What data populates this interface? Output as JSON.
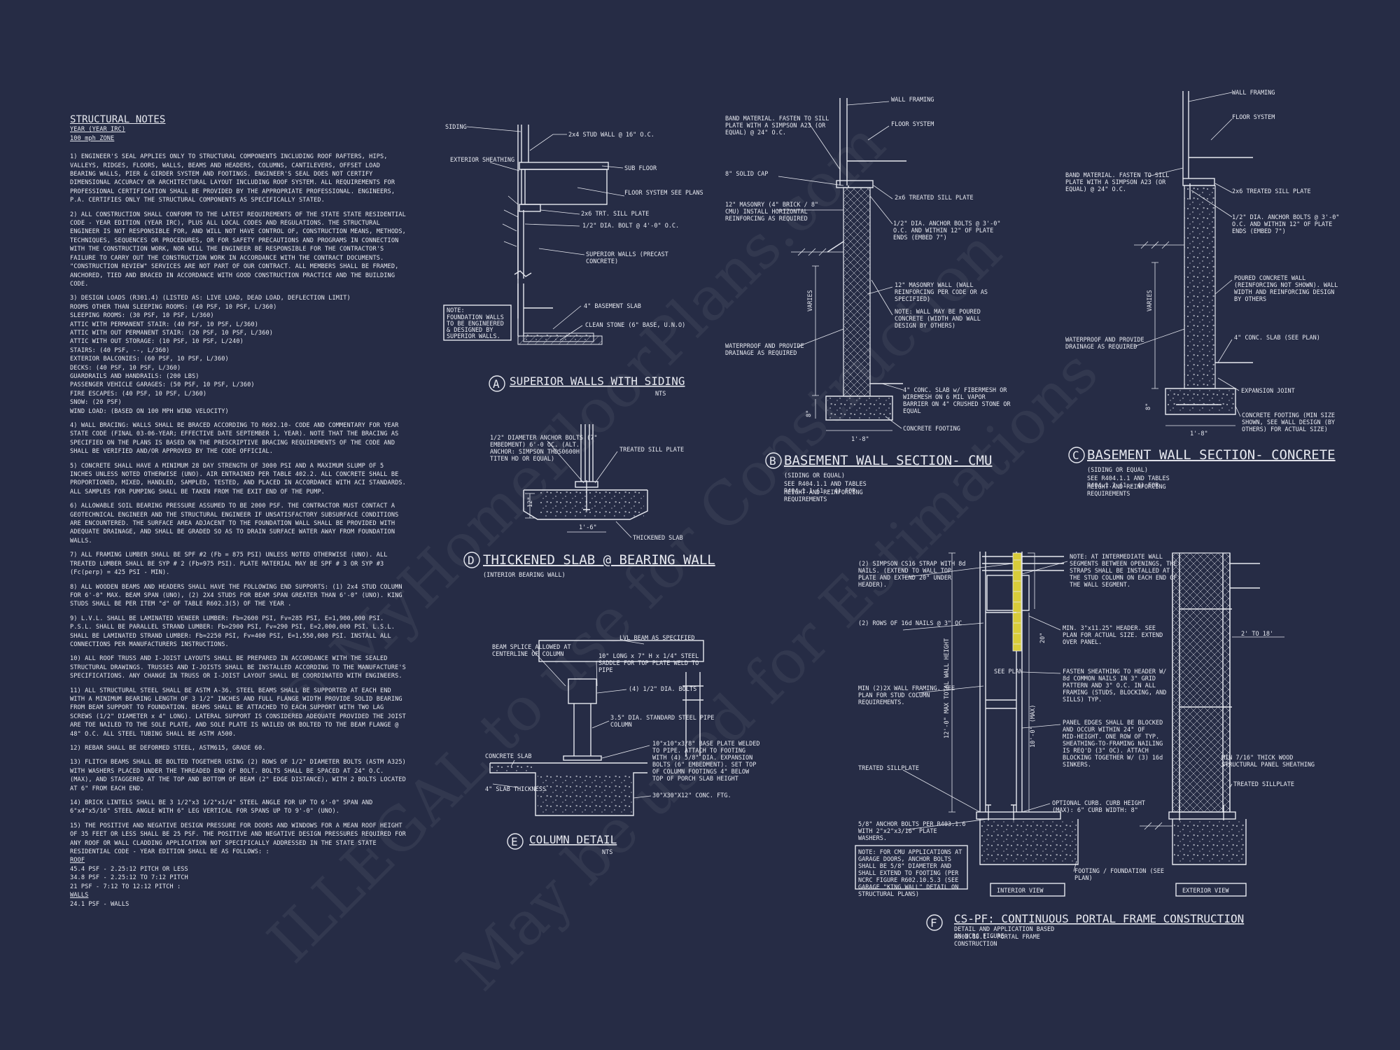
{
  "notes": {
    "title": "STRUCTURAL NOTES",
    "sub1": "YEAR (YEAR IRC)",
    "sub2": "100 mph ZONE",
    "paragraphs": [
      "1) ENGINEER'S SEAL APPLIES ONLY TO STRUCTURAL COMPONENTS INCLUDING ROOF RAFTERS, HIPS, VALLEYS, RIDGES, FLOORS, WALLS, BEAMS AND HEADERS, COLUMNS, CANTILEVERS, OFFSET LOAD BEARING WALLS, PIER & GIRDER SYSTEM AND FOOTINGS. ENGINEER'S SEAL DOES NOT CERTIFY DIMENSIONAL ACCURACY OR ARCHITECTURAL LAYOUT INCLUDING ROOF SYSTEM. ALL REQUIREMENTS FOR PROFESSIONAL CERTIFICATION SHALL BE PROVIDED BY THE APPROPRIATE PROFESSIONAL. ENGINEERS, P.A. CERTIFIES ONLY THE STRUCTURAL COMPONENTS AS SPECIFICALLY STATED.",
      "2) ALL CONSTRUCTION SHALL CONFORM TO THE LATEST REQUIREMENTS OF THE STATE STATE RESIDENTIAL CODE - YEAR EDITION (YEAR IRC), PLUS ALL LOCAL CODES AND REGULATIONS. THE STRUCTURAL ENGINEER IS NOT RESPONSIBLE FOR, AND WILL NOT HAVE CONTROL OF, CONSTRUCTION MEANS, METHODS, TECHNIQUES, SEQUENCES OR PROCEDURES, OR FOR SAFETY PRECAUTIONS AND PROGRAMS IN CONNECTION WITH THE CONSTRUCTION WORK, NOR WILL THE ENGINEER BE RESPONSIBLE FOR THE CONTRACTOR'S FAILURE TO CARRY OUT THE CONSTRUCTION WORK IN ACCORDANCE WITH THE CONTRACT DOCUMENTS. \"CONSTRUCTION REVIEW\" SERVICES ARE NOT PART OF OUR CONTRACT. ALL MEMBERS SHALL BE FRAMED, ANCHORED, TIED AND BRACED IN ACCORDANCE WITH GOOD CONSTRUCTION PRACTICE AND THE BUILDING CODE."
    ],
    "loads_intro": "3) DESIGN LOADS (R301.4) (LISTED AS: LIVE LOAD, DEAD LOAD, DEFLECTION LIMIT)",
    "loads": [
      "ROOMS OTHER THAN SLEEPING ROOMS: (40 PSF, 10 PSF, L/360)",
      "SLEEPING ROOMS: (30 PSF, 10 PSF, L/360)",
      "ATTIC WITH PERMANENT STAIR: (40 PSF, 10 PSF, L/360)",
      "ATTIC WITH OUT PERMANENT STAIR: (20 PSF, 10 PSF, L/360)",
      "ATTIC WITH OUT STORAGE: (10 PSF, 10 PSF, L/240)",
      "STAIRS: (40 PSF, --, L/360)",
      "EXTERIOR BALCONIES: (60 PSF, 10 PSF, L/360)",
      "DECKS: (40 PSF, 10 PSF, L/360)",
      "GUARDRAILS AND HANDRAILS: (200 LBS)",
      "PASSENGER VEHICLE GARAGES: (50 PSF, 10 PSF, L/360)",
      "FIRE ESCAPES: (40 PSF, 10 PSF, L/360)",
      "SNOW: (20 PSF)",
      "WIND LOAD: (BASED ON 100 MPH WIND VELOCITY)"
    ],
    "paragraphs2": [
      "4) WALL BRACING: WALLS SHALL BE BRACED ACCORDING TO R602.10- CODE AND COMMENTARY FOR YEAR STATE CODE (FINAL 03-06-YEAR; EFFECTIVE DATE SEPTEMBER 1, YEAR). NOTE THAT THE BRACING AS SPECIFIED ON THE PLANS IS BASED ON THE PRESCRIPTIVE BRACING REQUIREMENTS OF THE CODE AND SHALL BE VERIFIED AND/OR APPROVED BY THE CODE OFFICIAL.",
      "5) CONCRETE SHALL HAVE A MINIMUM 28 DAY STRENGTH OF 3000 PSI AND A MAXIMUM SLUMP OF 5 INCHES UNLESS NOTED OTHERWISE (UNO). AIR ENTRAINED PER TABLE 402.2. ALL CONCRETE SHALL BE PROPORTIONED, MIXED, HANDLED, SAMPLED, TESTED, AND PLACED IN ACCORDANCE WITH ACI STANDARDS. ALL SAMPLES FOR PUMPING SHALL BE TAKEN FROM THE EXIT END OF THE PUMP.",
      "6) ALLOWABLE SOIL BEARING PRESSURE ASSUMED TO BE 2000 PSF. THE CONTRACTOR MUST CONTACT A GEOTECHNICAL ENGINEER AND THE STRUCTURAL ENGINEER IF UNSATISFACTORY SUBSURFACE CONDITIONS ARE ENCOUNTERED. THE SURFACE AREA ADJACENT TO THE FOUNDATION WALL SHALL BE PROVIDED WITH ADEQUATE DRAINAGE, AND SHALL BE GRADED SO AS TO DRAIN SURFACE WATER AWAY FROM FOUNDATION WALLS.",
      "7) ALL FRAMING LUMBER SHALL BE SPF #2 (Fb = 875 PSI) UNLESS NOTED OTHERWISE (UNO). ALL TREATED LUMBER SHALL BE SYP # 2 (Fb=975 PSI). PLATE MATERIAL MAY BE SPF # 3 OR SYP #3 (Fc(perp) = 425 PSI - MIN).",
      "8) ALL WOODEN BEAMS AND HEADERS SHALL HAVE THE FOLLOWING END SUPPORTS: (1) 2x4 STUD COLUMN FOR 6'-0\" MAX. BEAM SPAN (UNO), (2) 2X4 STUDS FOR BEAM SPAN GREATER THAN 6'-0\" (UNO). KING STUDS SHALL BE PER ITEM \"d\" OF TABLE R602.3(5) OF THE YEAR .",
      "9) L.V.L. SHALL BE LAMINATED VENEER LUMBER: Fb=2600 PSI, Fv=285 PSI, E=1,900,000 PSI. P.S.L. SHALL BE PARALLEL STRAND LUMBER: Fb=2900 PSI, Fv=290 PSI, E=2,000,000 PSI. L.S.L. SHALL BE LAMINATED STRAND LUMBER: Fb=2250 PSI, Fv=400 PSI, E=1,550,000 PSI. INSTALL ALL CONNECTIONS PER MANUFACTURERS INSTRUCTIONS.",
      "10) ALL ROOF TRUSS AND I-JOIST LAYOUTS SHALL BE PREPARED IN ACCORDANCE WITH THE SEALED STRUCTURAL DRAWINGS. TRUSSES AND I-JOISTS SHALL BE INSTALLED ACCORDING TO THE MANUFACTURE'S SPECIFICATIONS. ANY CHANGE IN TRUSS OR I-JOIST LAYOUT SHALL BE COORDINATED WITH ENGINEERS.",
      "11) ALL STRUCTURAL STEEL SHALL BE ASTM A-36. STEEL BEAMS SHALL BE SUPPORTED AT EACH END WITH A MINIMUM BEARING LENGTH OF 3 1/2\" INCHES AND FULL FLANGE WIDTH PROVIDE SOLID BEARING FROM BEAM SUPPORT TO FOUNDATION. BEAMS SHALL BE ATTACHED TO EACH SUPPORT WITH TWO LAG SCREWS (1/2\" DIAMETER x 4\" LONG). LATERAL SUPPORT IS CONSIDERED ADEQUATE PROVIDED THE JOIST ARE TOE NAILED TO THE SOLE PLATE, AND SOLE PLATE IS NAILED OR BOLTED TO THE BEAM FLANGE @ 48\" O.C. ALL STEEL TUBING SHALL BE ASTM A500.",
      "12) REBAR SHALL BE DEFORMED STEEL, ASTM615, GRADE 60.",
      "13) FLITCH BEAMS SHALL BE BOLTED TOGETHER USING (2) ROWS OF 1/2\" DIAMETER BOLTS (ASTM A325) WITH WASHERS PLACED UNDER THE THREADED END OF BOLT. BOLTS SHALL BE SPACED AT 24\" O.C. (MAX), AND STAGGERED AT THE TOP AND BOTTOM OF BEAM (2\" EDGE DISTANCE), WITH 2 BOLTS LOCATED AT 6\" FROM EACH END.",
      "14) BRICK LINTELS SHALL BE 3 1/2\"x3 1/2\"x1/4\" STEEL ANGLE FOR UP TO 6'-0\" SPAN AND 6\"x4\"x5/16\" STEEL ANGLE WITH 6\" LEG VERTICAL FOR SPANS UP TO 9'-0\" (UNO).",
      "15) THE POSITIVE AND NEGATIVE DESIGN PRESSURE FOR DOORS AND WINDOWS FOR A MEAN ROOF HEIGHT OF 35 FEET OR LESS SHALL BE 25 PSF. THE POSITIVE AND NEGATIVE DESIGN PRESSURES REQUIRED FOR ANY ROOF OR WALL CLADDING APPLICATION NOT SPECIFICALLY ADDRESSED IN THE STATE STATE RESIDENTIAL CODE - YEAR EDITION SHALL BE AS FOLLOWS: :"
    ],
    "roof_label": "ROOF",
    "roof": [
      "45.4 PSF - 2.25:12 PITCH OR LESS",
      "34.8 PSF - 2.25:12 TO 7:12 PITCH",
      "21 PSF - 7:12 TO 12:12 PITCH :"
    ],
    "walls_label": "WALLS",
    "walls": [
      "24.1 PSF - WALLS"
    ]
  },
  "detailA": {
    "letter": "A",
    "title": "SUPERIOR WALLS WITH SIDING",
    "scale": "NTS",
    "labels": [
      "SIDING",
      "EXTERIOR SHEATHING",
      "2x4 STUD WALL @ 16\" O.C.",
      "SUB FLOOR",
      "FLOOR SYSTEM SEE PLANS",
      "2x6 TRT. SILL PLATE",
      "1/2\" DIA. BOLT @ 4'-0\" O.C.",
      "SUPERIOR WALLS (PRECAST CONCRETE)",
      "4\" BASEMENT SLAB",
      "CLEAN STONE (6\" BASE, U.N.O)"
    ],
    "note": [
      "NOTE:",
      "FOUNDATION WALLS",
      "TO BE ENGINEERED",
      "& DESIGNED BY",
      "SUPERIOR WALLS."
    ]
  },
  "detailB": {
    "letter": "B",
    "title": "BASEMENT WALL SECTION- CMU",
    "sub": [
      "(SIDING OR EQUAL)",
      "SEE R404.1.1 AND TABLES R404.1.1 (1 - 4) FOR",
      "HEIGHT AND REINFORCING REQUIREMENTS"
    ],
    "labels": [
      "BAND MATERIAL. FASTEN TO SILL PLATE WITH A SIMPSON A23 (OR EQUAL) @ 24\" O.C.",
      "WALL FRAMING",
      "FLOOR SYSTEM",
      "8\" SOLID CAP",
      "2x6 TREATED SILL PLATE",
      "12\" MASONRY (4\" BRICK / 8\" CMU) INSTALL HORIZONTAL REINFORCING AS REQUIRED",
      "1/2\" DIA. ANCHOR BOLTS @ 3'-0\" O.C. AND WITHIN 12\" OF PLATE ENDS (EMBED 7\")",
      "NOTE: WALL MAY BE POURED CONCRETE (WIDTH AND WALL DESIGN BY OTHERS)",
      "12\" MASONRY WALL (WALL REINFORCING PER CODE OR AS SPECIFIED)",
      "WATERPROOF AND PROVIDE DRAINAGE AS REQUIRED",
      "4\" CONC. SLAB w/ FIBERMESH OR WIREMESH ON 6 MIL VAPOR BARRIER ON 4\" CRUSHED STONE OR EQUAL",
      "CONCRETE FOOTING",
      "VARIES",
      "8\"",
      "1'-8\""
    ]
  },
  "detailC": {
    "letter": "C",
    "title": "BASEMENT WALL SECTION- CONCRETE",
    "sub": [
      "(SIDING OR EQUAL)",
      "SEE R404.1.1 AND TABLES R404.1.2 (1 - 4) FOR",
      "HEIGHT AND REINFORCING REQUIREMENTS"
    ],
    "labels": [
      "WALL FRAMING",
      "FLOOR SYSTEM",
      "BAND MATERIAL. FASTEN TO SILL PLATE WITH A SIMPSON A23 (OR EQUAL) @ 24\" O.C.",
      "2x6 TREATED SILL PLATE",
      "1/2\" DIA. ANCHOR BOLTS @ 3'-0\" O.C. AND WITHIN 12\" OF PLATE ENDS (EMBED 7\")",
      "POURED CONCRETE WALL (REINFORCING NOT SHOWN). WALL WIDTH AND REINFORCING DESIGN BY OTHERS",
      "WATERPROOF AND PROVIDE DRAINAGE AS REQUIRED",
      "4\" CONC. SLAB (SEE PLAN)",
      "EXPANSION JOINT",
      "CONCRETE FOOTING (MIN SIZE SHOWN, SEE WALL DESIGN (BY OTHERS) FOR ACTUAL SIZE)",
      "VARIES",
      "8\"",
      "1'-8\""
    ]
  },
  "detailD": {
    "letter": "D",
    "title": "THICKENED SLAB @ BEARING WALL",
    "sub": "(INTERIOR BEARING WALL)",
    "labels": [
      "1/2\" DIAMETER ANCHOR BOLTS (7\" EMBEDMENT) 6'-0 OC. (ALT. ANCHOR: SIMPSON THDS0600H TITEN HD OR EQUAL)",
      "TREATED SILL PLATE",
      "THICKENED SLAB",
      "1'-6\"",
      "12\""
    ]
  },
  "detailE": {
    "letter": "E",
    "title": "COLUMN DETAIL",
    "scale": "NTS",
    "labels": [
      "BEAM SPLICE ALLOWED AT CENTERLINE OF COLUMN",
      "LVL BEAM AS SPECIFIED",
      "10\" LONG x 7\" H x 1/4\" STEEL SADDLE FOR TOP PLATE WELD TO PIPE",
      "(4) 1/2\" DIA. BOLTS",
      "3.5\" DIA. STANDARD STEEL PIPE COLUMN",
      "10\"x10\"x3/8\" BASE PLATE WELDED TO PIPE. ATTACH TO FOOTING WITH (4) 5/8\" DIA. EXPANSION BOLTS (6\" EMBEDMENT). SET TOP OF COLUMN FOOTINGS 4\" BELOW TOP OF PORCH SLAB HEIGHT",
      "CONCRETE SLAB",
      "4\" SLAB THICKNESS",
      "30\"X30\"X12\" CONC. FTG."
    ]
  },
  "detailF": {
    "letter": "F",
    "title": "CS-PF: CONTINUOUS PORTAL FRAME CONSTRUCTION",
    "sub": [
      "DETAIL AND APPLICATION BASED ON NCRC FIGURE",
      "R602.10.1 - PORTAL FRAME CONSTRUCTION"
    ],
    "interior": "INTERIOR VIEW",
    "exterior": "EXTERIOR VIEW",
    "labels": [
      "(2) SIMPSON CS16 STRAP WITH 8d NAILS. (EXTEND TO WALL TOP PLATE AND EXTEND 20\" UNDER HEADER).",
      "(2) ROWS OF 16d NAILS @ 3\" OC",
      "MIN (2)2X WALL FRAMING. SEE PLAN FOR STUD COLUMN REQUIREMENTS.",
      "TREATED SILLPLATE",
      "5/8\" ANCHOR BOLTS PER R403.1.6 WITH 2\"x2\"x3/16\" PLATE WASHERS.",
      "NOTE: AT INTERMEDIATE WALL SEGMENTS BETWEEN OPENINGS, THE STRAPS SHALL BE INSTALLED AT THE STUD COLUMN ON EACH END OF THE WALL SEGMENT.",
      "MIN. 3\"x11.25\" HEADER. SEE PLAN FOR ACTUAL SIZE. EXTEND OVER PANEL.",
      "FASTEN SHEATHING TO HEADER W/ 8d COMMON NAILS IN 3\" GRID PATTERN AND 3\" O.C. IN ALL FRAMING (STUDS, BLOCKING, AND SILLS) TYP.",
      "PANEL EDGES SHALL BE BLOCKED AND OCCUR WITHIN 24\" OF MID-HEIGHT. ONE ROW OF TYP. SHEATHING-TO-FRAMING NAILING IS REQ'D (3\" OC). ATTACH BLOCKING TOGETHER W/ (3) 16d SINKERS.",
      "OPTIONAL CURB. CURB HEIGHT (MAX): 6\" CURB WIDTH: 8\"",
      "FOOTING / FOUNDATION (SEE PLAN)",
      "NOTE: FOR CMU APPLICATIONS AT GARAGE DOORS, ANCHOR BOLTS SHALL BE 5/8\" DIAMETER AND SHALL EXTEND TO FOOTING (PER NCRC FIGURE R602.10.5.3 (SEE GARAGE \"KING WALL\" DETAIL ON STRUCTURAL PLANS)",
      "2' TO 18'",
      "MIN 7/16\" THICK WOOD STRUCTURAL PANEL SHEATHING",
      "TREATED SILLPLATE",
      "SEE PLAN",
      "12'-0\" MAX TOTAL WALL HEIGHT",
      "10'-0\" (MAX)",
      "20\""
    ]
  },
  "watermarks": [
    "© MyHomeFloorPlans.com",
    "ILLEGAL to use for Construction",
    "May be used for Estimations"
  ],
  "colors": {
    "background": "#262c45",
    "lines": "#e7e9f0",
    "strap": "#d8cc3a"
  }
}
